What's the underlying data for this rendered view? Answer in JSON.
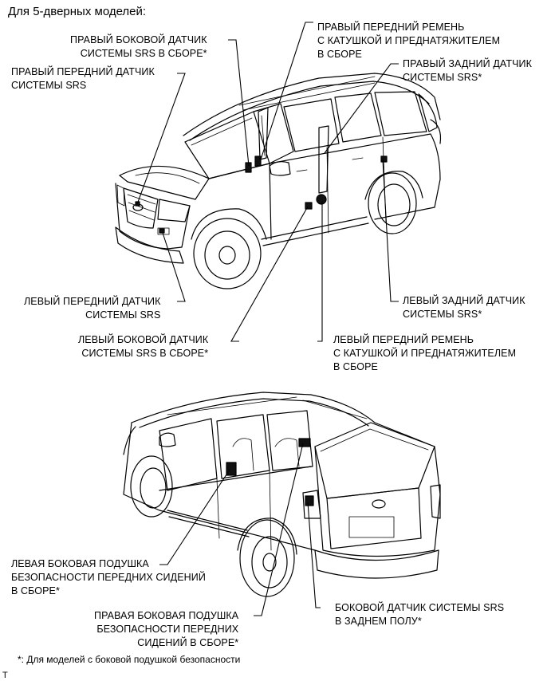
{
  "title": "Для 5-дверных моделей:",
  "labels": {
    "right_side_sensor": "ПРАВЫЙ БОКОВОЙ ДАТЧИК\nСИСТЕМЫ SRS В СБОРЕ*",
    "right_front_sensor": "ПРАВЫЙ ПЕРЕДНИЙ ДАТЧИК\nСИСТЕМЫ SRS",
    "right_front_belt": "ПРАВЫЙ ПЕРЕДНИЙ РЕМЕНЬ\nС КАТУШКОЙ И ПРЕДНАТЯЖИТЕЛЕМ\nВ СБОРЕ",
    "right_rear_sensor": "ПРАВЫЙ ЗАДНИЙ ДАТЧИК\nСИСТЕМЫ SRS*",
    "left_front_sensor": "ЛЕВЫЙ ПЕРЕДНИЙ ДАТЧИК\nСИСТЕМЫ SRS",
    "left_side_sensor": "ЛЕВЫЙ БОКОВОЙ ДАТЧИК\nСИСТЕМЫ SRS В СБОРЕ*",
    "left_rear_sensor": "ЛЕВЫЙ ЗАДНИЙ ДАТЧИК\nСИСТЕМЫ SRS*",
    "left_front_belt": "ЛЕВЫЙ ПЕРЕДНИЙ РЕМЕНЬ\nС КАТУШКОЙ И ПРЕДНАТЯЖИТЕЛЕМ\nВ СБОРЕ",
    "left_seat_airbag": "ЛЕВАЯ БОКОВАЯ ПОДУШКА\nБЕЗОПАСНОСТИ ПЕРЕДНИХ СИДЕНИЙ\nВ СБОРЕ*",
    "right_seat_airbag": "ПРАВАЯ БОКОВАЯ ПОДУШКА\nБЕЗОПАСНОСТИ ПЕРЕДНИХ\nСИДЕНИЙ В СБОРЕ*",
    "rear_floor_sensor": "БОКОВОЙ ДАТЧИК СИСТЕМЫ SRS\nВ ЗАДНЕМ ПОЛУ*"
  },
  "footnote": "*: Для моделей с боковой подушкой безопасности",
  "corner_mark": "T",
  "icons": {
    "front_view": "suv-front-three-quarter-icon",
    "rear_view": "suv-rear-three-quarter-icon"
  }
}
